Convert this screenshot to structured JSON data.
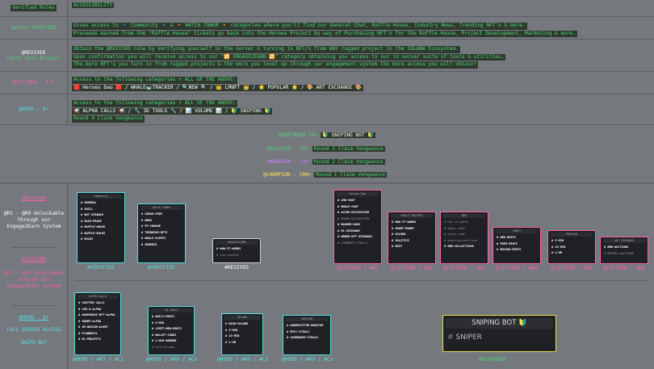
{
  "header": {
    "left": "Verified Roles",
    "right": "ACCESSIBILITY"
  },
  "verified": {
    "label": "Server VERIFIED",
    "lines": [
      "Gives access to 🔹 Community 🔹 & 🔸 WATCH TOWER 🔸 categories where you'll find our General Chat, Raffle House, Industry News, Trending NFT's & more.",
      "Proceeds earned from the \"Raffle House\" tickets go back into the Heroes Project by way of Purchasing NFT's for the Raffle House, Project Development, Marketing & more."
    ]
  },
  "revived": {
    "label1": "@REVIVED",
    "label2": "(Sort Your Access)",
    "lines": [
      "Obtain the @REVIVED role by Verifying yourself in the server & turning in NFT/s from ANY rugged project in the SOLANA Ecosystem.",
      "Upon confirmation you will receive access to our \"🔁 ENGAGE2EARN 🔁\" category obtaining you access to our in server suite of tools & utilities.",
      "The more NFT's you turn in from rugged projects & the more you level up through our engagement system the more access you will obtain!"
    ]
  },
  "citizen": {
    "label": "@CITIZEN - 1-5",
    "lines": [
      "Access to the following categories + ALL OF THE ABOVE:",
      "🟥 Heroes Dao 🟥 / WHALE🐋TRACKER / 🔍NEW 🔍 / 👑 LMNFT 👑 / ⭐ POPULAR ⭐ / 🎨 ART EXCHANGE 🎨"
    ]
  },
  "hero": {
    "label": "@HERO - 6+",
    "lines": [
      "Access to the following categories + ALL OF THE ABOVE:",
      "📢 ALPHA CALLS 📢 / 🔧 3D TOOLS 🔧 / 📊 VOLUME 📊 / 🔰 SNIPING 🔰",
      "Round 4 Claim Vengeance"
    ]
  },
  "ranks": [
    {
      "role": "@DEFENDER 10+",
      "rest": "🔰 SNIPING BOT 🔰",
      "color": "green"
    },
    {
      "role": "@SOLDIER - 25+",
      "rest": "Round 3 Claim Vengeance",
      "color": "green"
    },
    {
      "role": "@WARRIOR - 50+",
      "rest": "Round 2 Claim Vengeance",
      "color": "purple"
    },
    {
      "role": "@CHAMPION - 100+",
      "rest": "Round 1 Claim Vengeance",
      "color": "yel"
    }
  ],
  "left_labels": {
    "revived": "@Revived",
    "revived_desc": "@R1 - @R9 Unlockable through our Engage2Earn System",
    "citizen": "@CITIZEN",
    "citizen_desc": "@C1 - @C3 Unlockable through our Engage2Earn system",
    "hero": "@HERO - 6+",
    "hero_desc": "FULL SERVER ACCESS",
    "sniper": "SNIPE-BOT"
  },
  "row1": [
    {
      "cap": "#VERIFIED",
      "hd": "Community",
      "items": [
        "GENERAL",
        "SHILL",
        "BOT-SCRAWLE",
        "RAID-PROOF",
        "RAFFLE-HOUSE",
        "RAFFLE-RULES",
        "RULES"
      ]
    },
    {
      "cap": "#VERIFIED",
      "hd": "WATCH TOWER",
      "items": [
        "SNEAK-PEEK",
        "NEWS",
        "FP-CHANGE",
        "TRENDING-NFTS",
        "WHALE-ALERTS",
        "GENERIX"
      ]
    },
    {
      "cap": "#REVIVED",
      "hd": "ENGAGE2EARN",
      "items": [
        "HOW-IT-WORKS",
        "use-rewards"
      ]
    },
    {
      "cap": "@CITIZEN / #R1",
      "hd": "Heroes Dao",
      "items": [
        "LMD-CHAT",
        "WHALE-CHAT",
        "ALPHA-DISCUSSION",
        "ORDER-DISCUSSION",
        "RANGER-DAOS",
        "ML-GIVEAWAY",
        "ORDER-NFT-GIVEAWAY",
        "COMMUNITY-POLLS"
      ]
    },
    {
      "cap": "@CITIZEN / #R2",
      "hd": "WHALE TRACKER",
      "items": [
        "HOW-IT-WORKS",
        "SMART-MONEY",
        "SOLHUB",
        "SOLSTICE",
        "DEZY"
      ]
    },
    {
      "cap": "@CITIZEN / #R3",
      "hd": "NEW",
      "items": [
        "how-it-works",
        "magic-eden",
        "coral-cube",
        "expiring-mintlist",
        "NEW-COLLECTIONS"
      ]
    },
    {
      "cap": "@CITIZEN / #R4",
      "hd": "LMNFT",
      "items": [
        "NEW-MINTS",
        "FREE-MINTS",
        "MOVING-MINTS"
      ]
    },
    {
      "cap": "@CITIZEN / #R5",
      "hd": "POPULAR",
      "items": [
        "5-MIN",
        "15-MIN",
        "1-HR"
      ]
    },
    {
      "cap": "@CITIZEN / #R6",
      "hd": "ART EXCHANGE",
      "items": [
        "NEW-AUCTIONS",
        "MOVING-AUCTIONS"
      ]
    }
  ],
  "row2": [
    {
      "cap": "@HERO / #R7 / #C1",
      "hd": "ALPHA CALLS",
      "items": [
        "CHATTER-CALLS",
        "LED-A-ALPHA",
        "ANONYMOUS-NFT-ALPHA",
        "SWEEP-ALPHA",
        "3D-DESIGN-ALERT",
        "FLOWDEVIL",
        "ML-PROJECTS"
      ]
    },
    {
      "cap": "@HERO / #R8 / #C2",
      "hd": "3D TOOLS",
      "items": [
        "DAILY-MINTS",
        "3-MIN",
        "LIMIT-NEW-MINTS",
        "WALLET-CODES",
        "1-MIN-WARDEN",
        "mint-hounds"
      ]
    },
    {
      "cap": "@HERO / #R9 / #C3",
      "hd": "VOLUME",
      "items": [
        "HIGH-VOLUME",
        "5-MIN",
        "15-MIN",
        "1-HR"
      ]
    },
    {
      "cap": "@HERO / #R9 / #C3",
      "hd": "SNIPING",
      "items": [
        "UNDERCUTTER-MONITOR",
        "EPIC-STEALS",
        "LEGENDARY-STEALS"
      ]
    }
  ],
  "sniper": {
    "hd": "SNIPING BOT",
    "item": "SNIPER",
    "cap": "#DEFENDER"
  }
}
